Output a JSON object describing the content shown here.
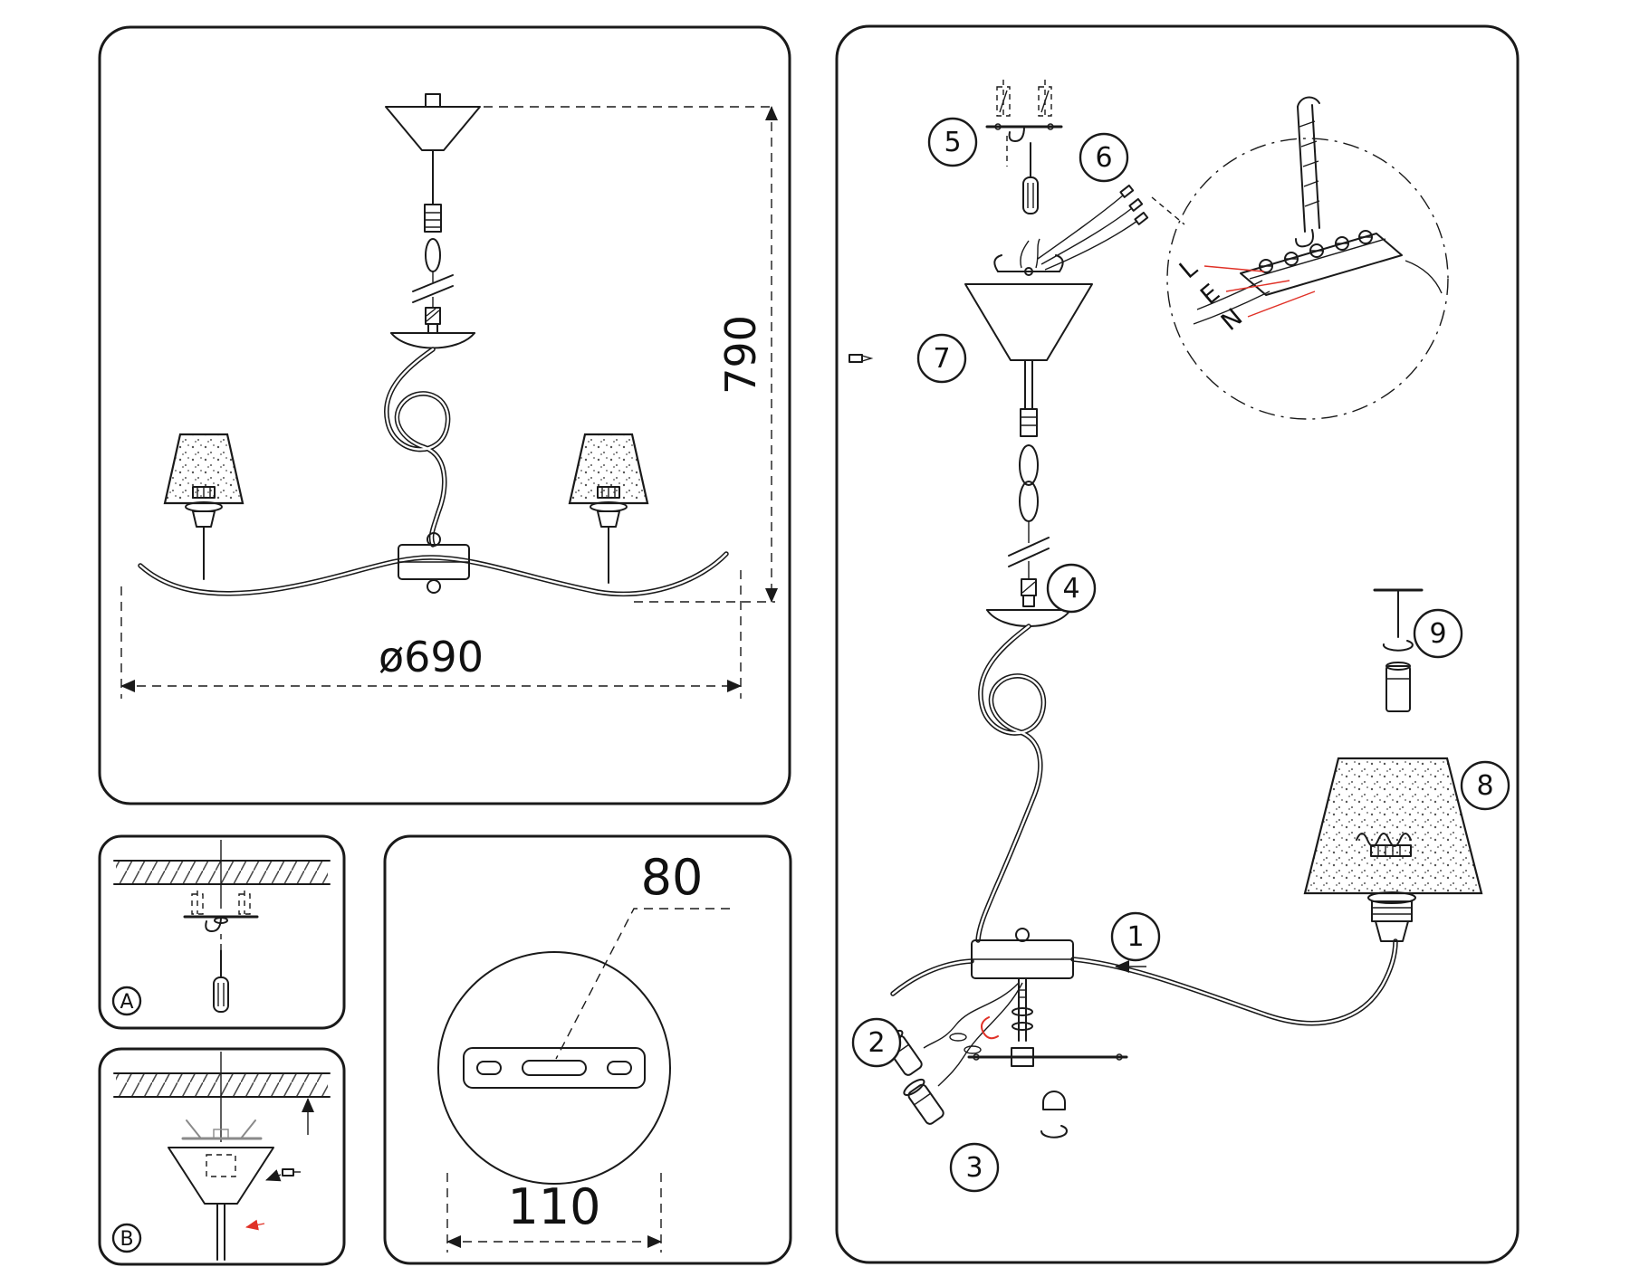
{
  "colors": {
    "line": "#1a1a1a",
    "accent_red": "#e03127",
    "background": "#ffffff"
  },
  "main_view": {
    "height_dim": "790",
    "diameter_dim": "ø690"
  },
  "detail_a": {
    "label": "A"
  },
  "detail_b": {
    "label": "B"
  },
  "bracket_detail": {
    "hole_dim": "80",
    "plate_dim": "110"
  },
  "exploded_view": {
    "step1": "1",
    "step2": "2",
    "step3": "3",
    "step4": "4",
    "step5": "5",
    "step6": "6",
    "step7": "7",
    "step8": "8",
    "step9": "9",
    "wire_live": "L",
    "wire_earth": "E",
    "wire_neutral": "N"
  }
}
